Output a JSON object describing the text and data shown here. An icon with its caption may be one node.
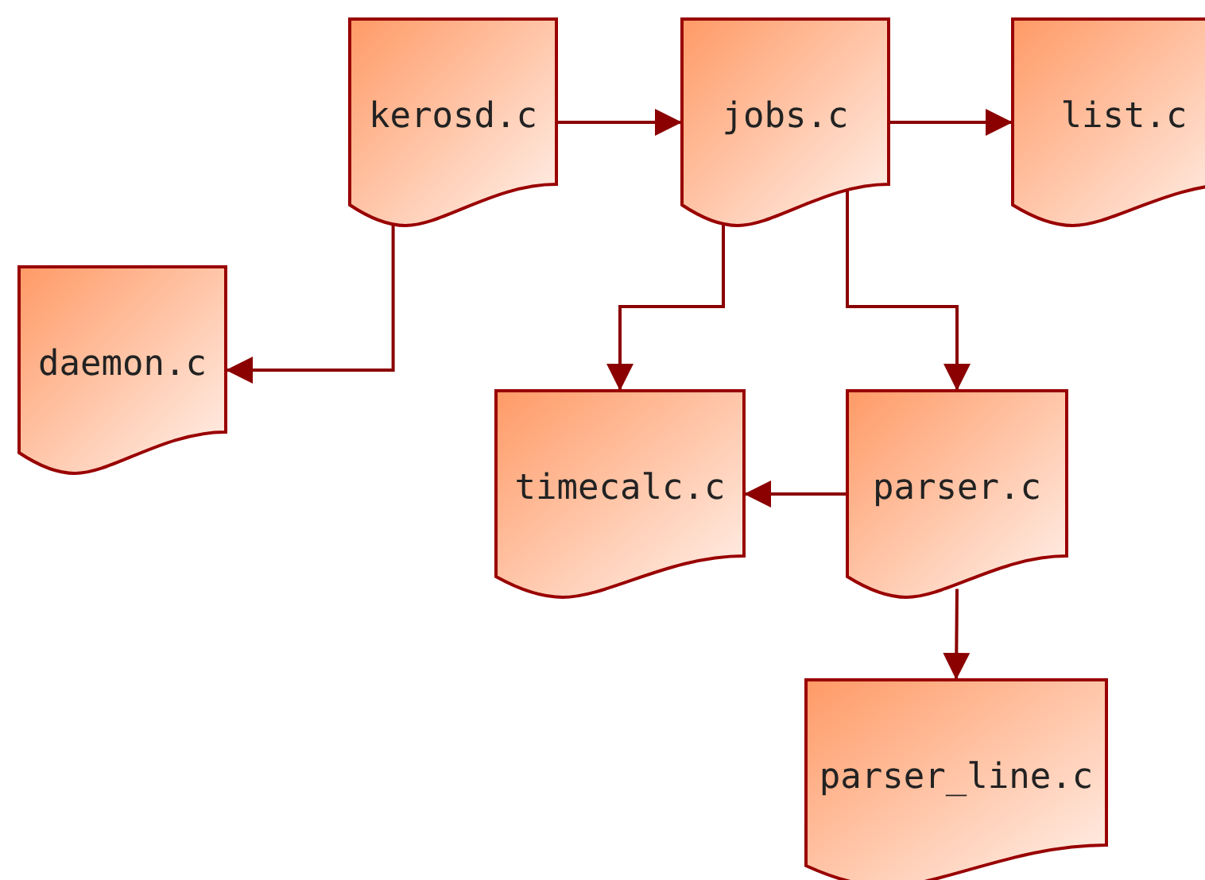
{
  "diagram": {
    "nodes": [
      {
        "text": [
          "kerosd.c"
        ]
      },
      {
        "text": [
          "jobs.c"
        ]
      },
      {
        "text": [
          "list.c"
        ]
      },
      {
        "text": [
          "daemon.c"
        ]
      },
      {
        "text": [
          "timecalc.c"
        ]
      },
      {
        "text": [
          "parser.c"
        ]
      },
      {
        "text": [
          "parser_line.c"
        ]
      }
    ],
    "edges": [
      {
        "from": 0,
        "to": 1,
        "arrow": "to"
      },
      {
        "from": 1,
        "to": 2,
        "arrow": "to"
      },
      {
        "from": 0,
        "to": 3,
        "arrow": "to"
      },
      {
        "from": 1,
        "to": 4,
        "arrow": "to"
      },
      {
        "from": 1,
        "to": 5,
        "arrow": "to"
      },
      {
        "from": 5,
        "to": 4,
        "arrow": "to"
      },
      {
        "from": 5,
        "to": 6,
        "arrow": "to"
      }
    ]
  }
}
